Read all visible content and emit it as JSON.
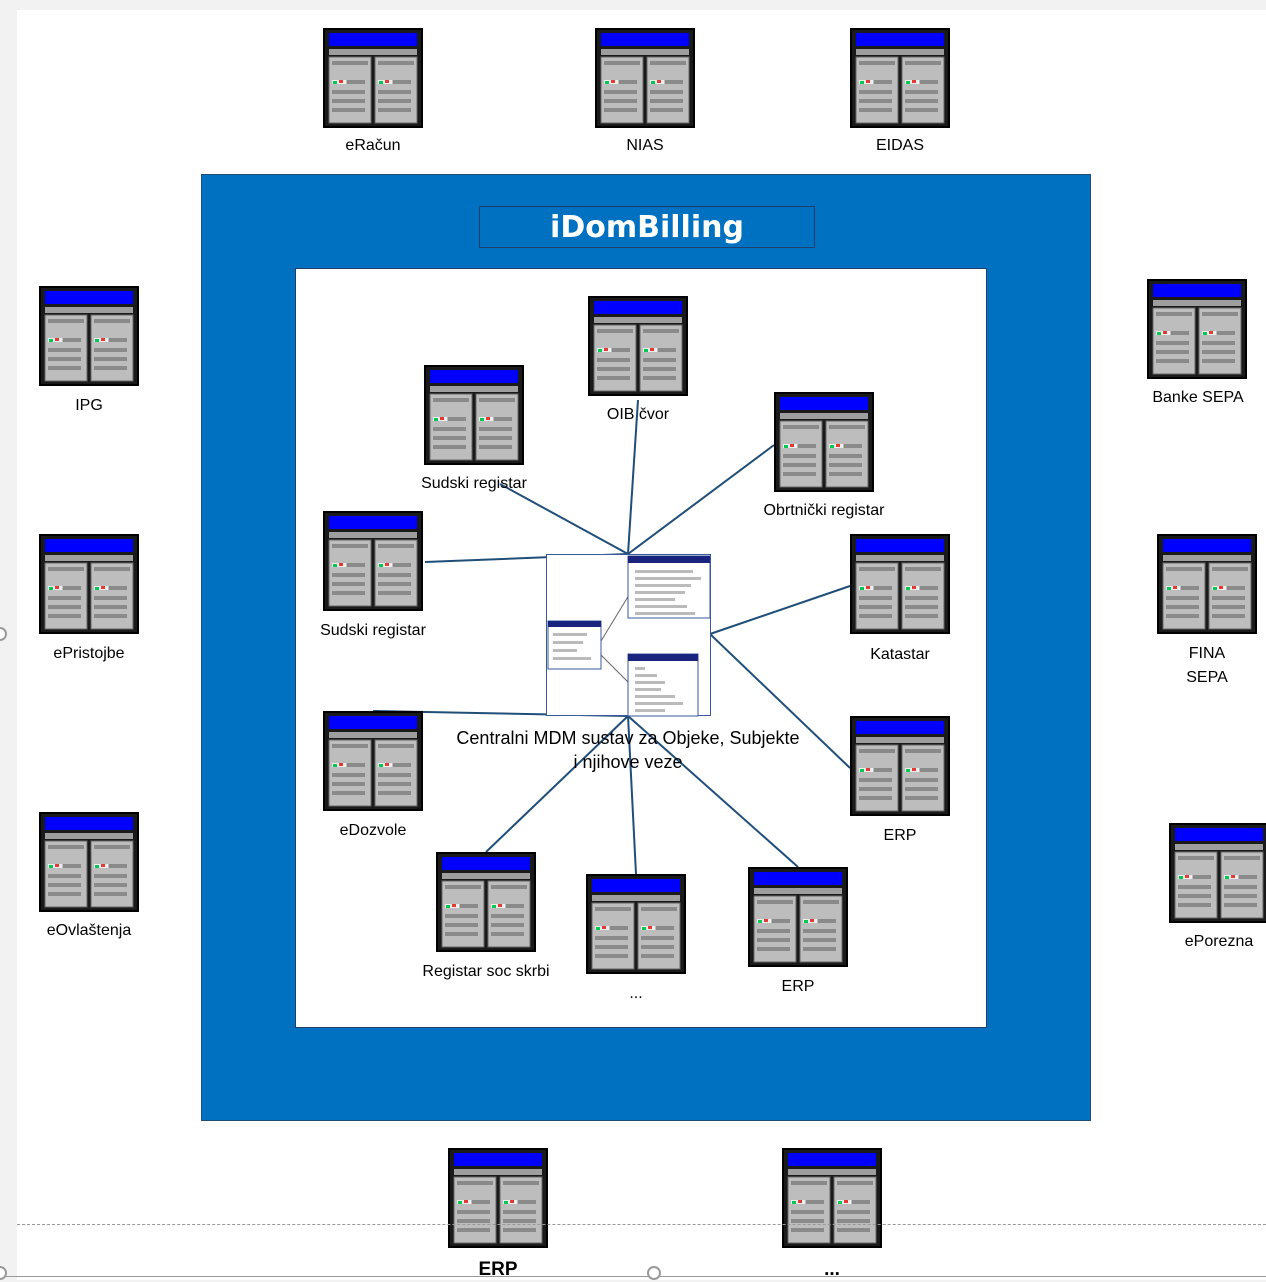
{
  "title": "iDomBilling",
  "central": {
    "line1": "Centralni MDM sustav za Objeke, Subjekte",
    "line2": "i njihove veze"
  },
  "colors": {
    "frame": "#0070c0",
    "server_header": "#0000ff",
    "connector": "#1f4e79"
  },
  "nodes": {
    "eracun": "eRačun",
    "nias": "NIAS",
    "eidas": "EIDAS",
    "ipg": "IPG",
    "banke_sepa": "Banke SEPA",
    "epristojbe": "ePristojbe",
    "fina_sepa_1": "FINA",
    "fina_sepa_2": "SEPA",
    "eovlastenja": "eOvlaštenja",
    "eporezna": "ePorezna",
    "oib_cvor": "OIB čvor",
    "sudski_registar_1": "Sudski registar",
    "obrtnicki_registar": "Obrtnički registar",
    "sudski_registar_2": "Sudski registar",
    "katastar": "Katastar",
    "edozvole": "eDozvole",
    "erp_inner_right": "ERP",
    "registar_soc_skrbi": "Registar soc skrbi",
    "inner_more": "...",
    "erp_inner_bottom": "ERP",
    "erp_bottom": "ERP",
    "bottom_more": "..."
  }
}
